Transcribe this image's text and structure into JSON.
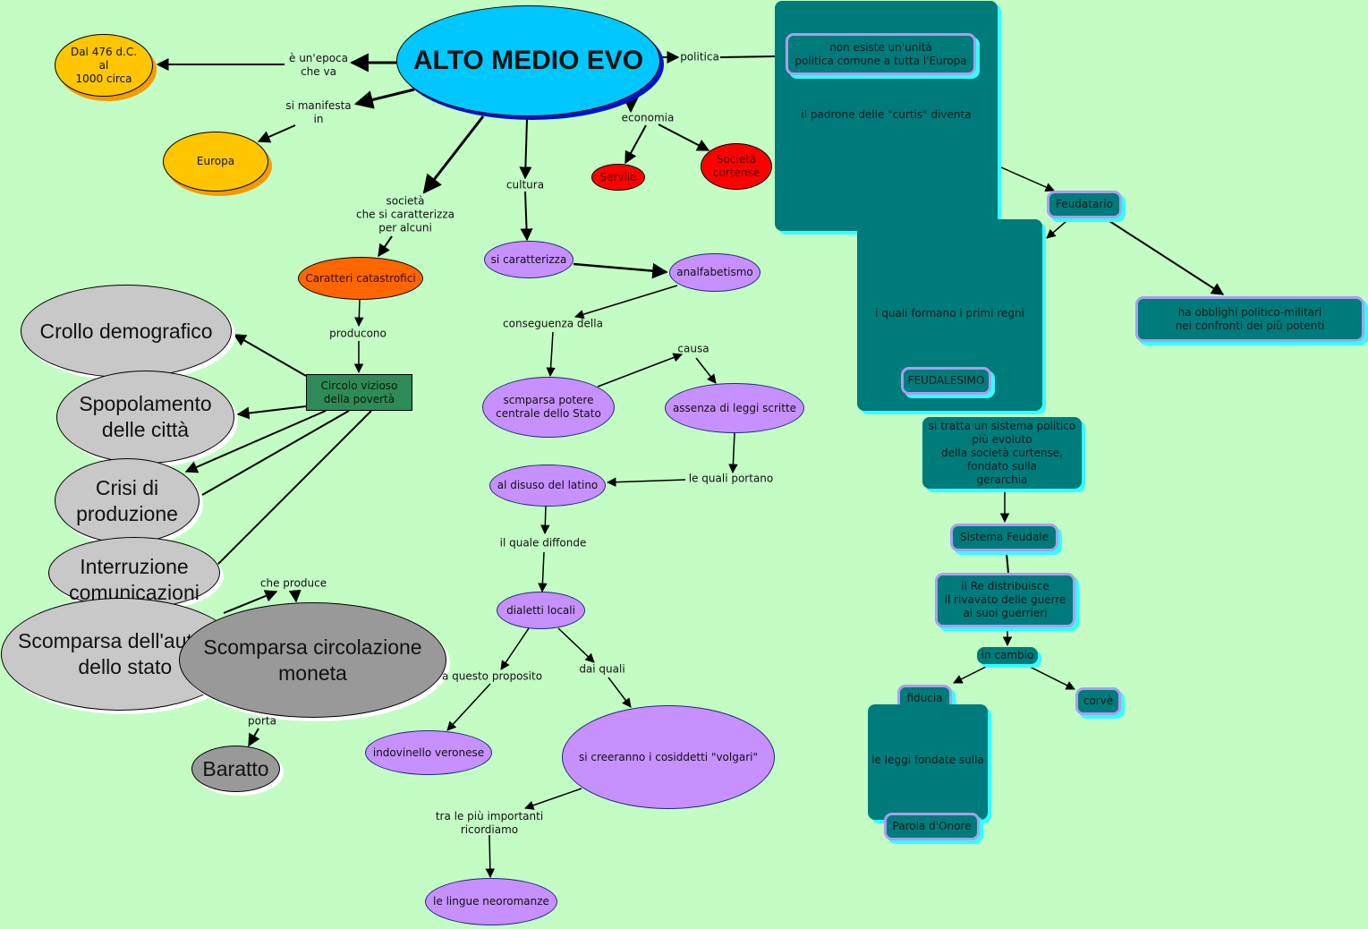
{
  "title": "ALTO MEDIO EVO",
  "colors": {
    "background": "#c3fdc4",
    "main_node": "#00c8ff",
    "date_nodes": "#ffc600",
    "economy_nodes": "#ff0000",
    "catastrophic_node": "#ff6600",
    "circle_node": "#2e8b57",
    "culture_nodes": "#c790ff",
    "politics_nodes": "#007b7b",
    "effect_nodes": "#c8c8c8",
    "money_node": "#999999"
  },
  "nodes": {
    "main": "ALTO MEDIO EVO",
    "dates": "Dal 476 d.C.\nal\n1000 circa",
    "europa": "Europa",
    "servile": "Servile",
    "curtense": "Società\ncurtense",
    "catastrofici": "Caratteri catastrofici",
    "circolo": "Circolo vizioso\ndella povertà",
    "crollo": "Crollo demografico",
    "spopolamento": "Spopolamento\ndelle città",
    "crisi": "Crisi di\nproduzione",
    "interruzione": "Interruzione\ncomunicazioni",
    "scomparsa_autorita": "Scomparsa dell'autorità\ndello stato",
    "scomparsa_moneta": "Scomparsa circolazione\nmoneta",
    "baratto": "Baratto",
    "si_caratterizza": "si caratterizza",
    "analfabetismo": "analfabetismo",
    "scomparsa_potere": "scmparsa potere\ncentrale dello Stato",
    "assenza_leggi": "assenza di leggi scritte",
    "disuso_latino": "al disuso del latino",
    "dialetti": "dialetti locali",
    "indovinello": "indovinello veronese",
    "volgari": "si creeranno i cosiddetti \"volgari\"",
    "neoromanze": "le lingue neoromanze",
    "politica_box_title": "non esiste un'unità\npolitica comune a tutta l'Europa",
    "politica_box_text": "il padrone delle \"curtis\" diventa",
    "feudatario": "Feudatario",
    "regni_text": "i quali formano i primi regni",
    "feudalesimo": "FEUDALESIMO",
    "obblighi": "ha obblighi politico-militari\nnei confronti dei più potenti",
    "sistema_politico": "si tratta un sistema politico\npiù evoluto\ndella società curtense,\nfondato sulla\ngerarchia",
    "sistema_feudale": "Sistema Feudale",
    "re_distribuisce": "il Re distribuisce\nil rivavato delle guerre\nai suoi guerrieri",
    "in_cambio": "in cambio",
    "fiducia": "fiducia",
    "corve": "corvè",
    "leggi_text": "le leggi fondate sulla",
    "parola_onore": "Parola d'Onore"
  },
  "links": {
    "epoca": "è un'epoca\nche va",
    "manifesta": "si manifesta\nin",
    "politica": "politica",
    "economia": "economia",
    "societa": "società\nche si caratterizza\nper alcuni",
    "cultura": "cultura",
    "producono": "producono",
    "che_produce": "che produce",
    "porta": "porta",
    "conseguenza": "conseguenza della",
    "causa": "causa",
    "le_quali_portano": "le quali portano",
    "il_quale_diffonde": "il quale diffonde",
    "questo_proposito": "a questo proposito",
    "dai_quali": "dai quali",
    "tra_importanti": "tra le più importanti\nricordiamo"
  }
}
